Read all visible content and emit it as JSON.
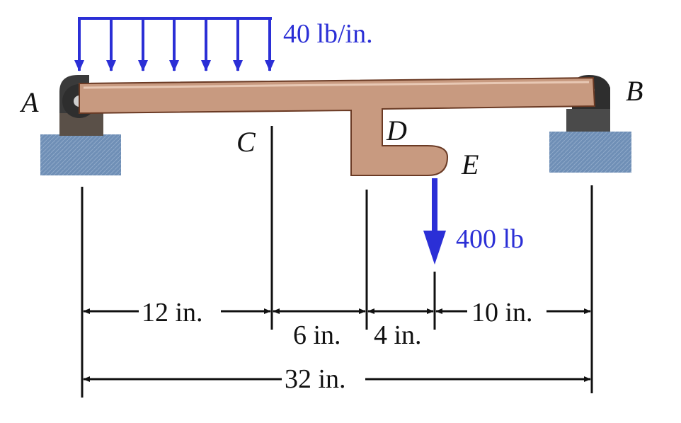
{
  "points": {
    "A": "A",
    "B": "B",
    "C": "C",
    "D": "D",
    "E": "E"
  },
  "loads": {
    "distributed": "40 lb/in.",
    "point": "400 lb"
  },
  "dimensions": {
    "ac": "12 in.",
    "cd": "6 in.",
    "de": "4 in.",
    "eb": "10 in.",
    "total": "32 in."
  },
  "colors": {
    "load_blue": "#2b2fd6",
    "beam": "#c89a80",
    "beam_edge": "#6a3a24",
    "ground": "#6f8fb6",
    "support": "#2e2e2e"
  }
}
